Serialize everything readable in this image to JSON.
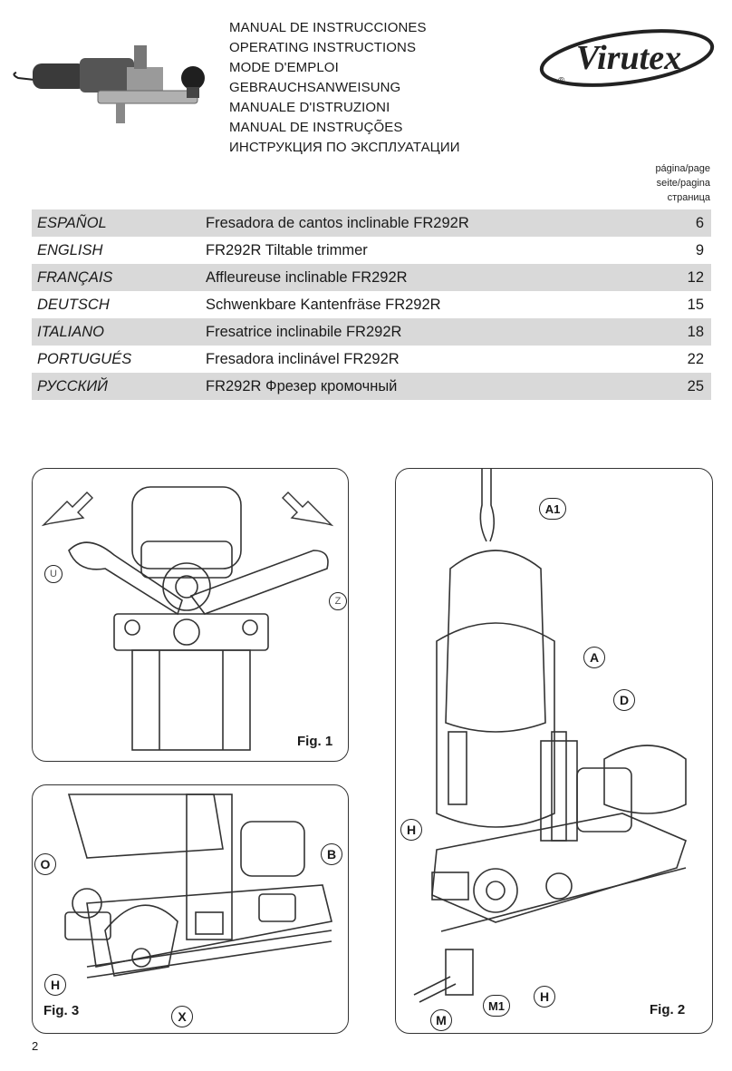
{
  "header": {
    "manual_titles": [
      "MANUAL DE INSTRUCCIONES",
      "OPERATING INSTRUCTIONS",
      "MODE D'EMPLOI",
      "GEBRAUCHSANWEISUNG",
      "MANUALE D'ISTRUZIONI",
      "MANUAL DE INSTRUÇÕES",
      "ИНСТРУКЦИЯ ПО ЭКСПЛУАТАЦИИ"
    ],
    "brand": "Virutex",
    "registered_mark": "®"
  },
  "page_label": [
    "página/page",
    "seite/pagina",
    "страница"
  ],
  "toc": [
    {
      "language": "ESPAÑOL",
      "title": "Fresadora de cantos inclinable FR292R",
      "page": "6"
    },
    {
      "language": "ENGLISH",
      "title": "FR292R Tiltable trimmer",
      "page": "9"
    },
    {
      "language": "FRANÇAIS",
      "title": "Affleureuse  inclinable FR292R",
      "page": "12"
    },
    {
      "language": "DEUTSCH",
      "title": "Schwenkbare Kantenfräse FR292R",
      "page": "15"
    },
    {
      "language": "ITALIANO",
      "title": "Fresatrice inclinabile FR292R",
      "page": "18"
    },
    {
      "language": "PORTUGUÉS",
      "title": "Fresadora inclinável FR292R",
      "page": "22"
    },
    {
      "language": "РУССКИЙ",
      "title": "FR292R Фрезер кромочный",
      "page": "25"
    }
  ],
  "figures": {
    "fig1": {
      "label": "Fig. 1",
      "callouts": [
        "U",
        "Z"
      ]
    },
    "fig2": {
      "label": "Fig. 2",
      "callouts": [
        "A1",
        "A",
        "D",
        "H",
        "H",
        "M",
        "M1"
      ]
    },
    "fig3": {
      "label": "Fig. 3",
      "callouts": [
        "O",
        "B",
        "H",
        "X"
      ]
    }
  },
  "page_number": "2",
  "colors": {
    "toc_shade": "#d9d9d9",
    "border": "#333333"
  }
}
